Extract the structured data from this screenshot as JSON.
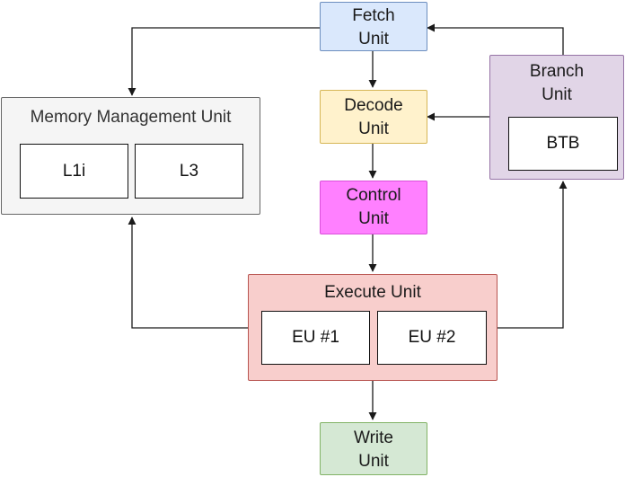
{
  "colors": {
    "fetch_fill": "#dae8fc",
    "fetch_stroke": "#6c8ebf",
    "decode_fill": "#fff2cc",
    "decode_stroke": "#d6b656",
    "control_fill": "#ff80ff",
    "control_stroke": "#d94fd9",
    "execute_fill": "#f8cecc",
    "execute_stroke": "#b85450",
    "write_fill": "#d5e8d4",
    "write_stroke": "#82b366",
    "branch_fill": "#e1d5e7",
    "branch_stroke": "#9673a6",
    "mmu_fill": "#f5f5f5",
    "mmu_stroke": "#666666",
    "line": "#1a1a1a"
  },
  "nodes": {
    "fetch": "Fetch\nUnit",
    "decode": "Decode\nUnit",
    "control": "Control\nUnit",
    "execute": "Execute Unit",
    "eu1": "EU #1",
    "eu2": "EU #2",
    "write": "Write\nUnit",
    "branch": "Branch\nUnit",
    "btb": "BTB",
    "mmu": "Memory Management Unit",
    "l1i": "L1i",
    "l3": "L3"
  },
  "edges": [
    {
      "from": "fetch",
      "to": "decode"
    },
    {
      "from": "decode",
      "to": "control"
    },
    {
      "from": "control",
      "to": "execute"
    },
    {
      "from": "execute",
      "to": "write"
    },
    {
      "from": "fetch",
      "to": "mmu"
    },
    {
      "from": "branch",
      "to": "fetch"
    },
    {
      "from": "branch",
      "to": "decode"
    },
    {
      "from": "execute",
      "to": "mmu"
    },
    {
      "from": "execute",
      "to": "branch"
    }
  ]
}
